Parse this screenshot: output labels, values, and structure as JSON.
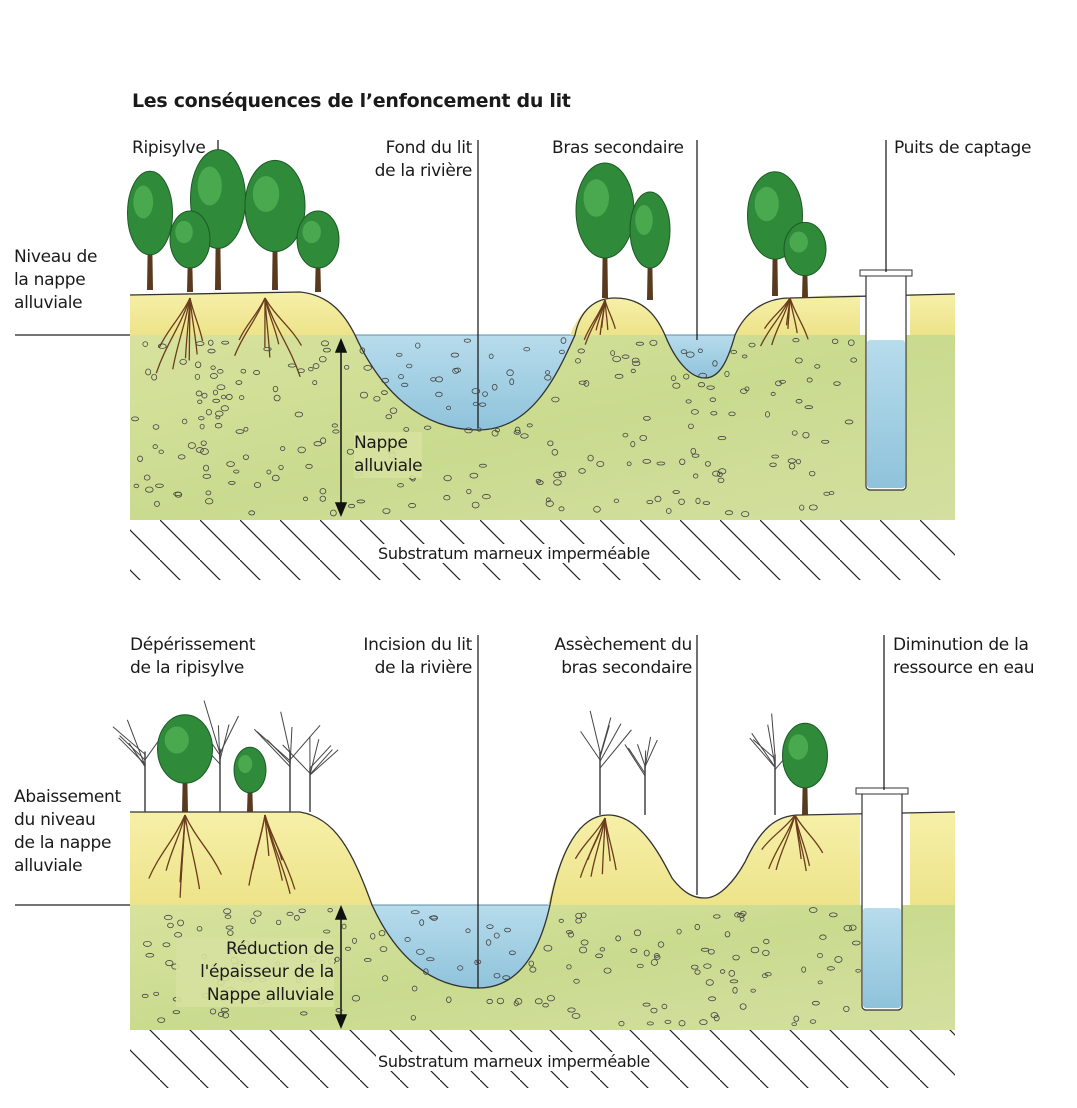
{
  "title": "Les conséquences de l’enfoncement du lit",
  "top": {
    "ripisylve": "Ripisylve",
    "fond_du_lit": "Fond du lit\nde la rivière",
    "bras_secondaire": "Bras secondaire",
    "puits_de_captage": "Puits de captage",
    "niveau_nappe": "Niveau de\nla nappe\nalluviale",
    "nappe_alluviale": "Nappe\nalluviale",
    "substratum": "Substratum marneux imperméable"
  },
  "bottom": {
    "deperissement": "Dépérissement\nde la ripisylve",
    "incision": "Incision du lit\nde la rivière",
    "assechement": "Assèchement du\nbras secondaire",
    "diminution": "Diminution de la\nressource en eau",
    "abaissement": "Abaissement\ndu niveau\nde la nappe\nalluviale",
    "reduction": "Réduction de\nl'épaisseur de la\nNappe alluviale",
    "substratum": "Substratum marneux imperméable"
  },
  "colors": {
    "water": "#a9d3e6",
    "water_edge": "#5b8fa8",
    "unsaturated_soil": "#f2ec9e",
    "saturated_soil": "#d3df9a",
    "tree_green": "#2f8a3a",
    "root_brown": "#6b3d1c",
    "hatch": "#222222"
  }
}
